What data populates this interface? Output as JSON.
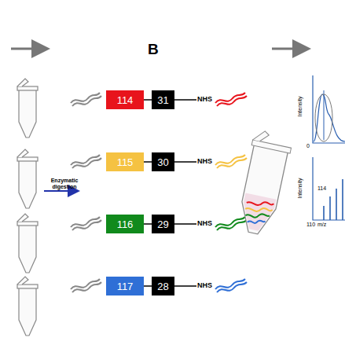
{
  "diagram": {
    "title": "B",
    "nodes": [
      {
        "text": [
          "114"
        ]
      },
      {
        "text": [
          "31"
        ]
      },
      {
        "text": [
          "115"
        ]
      },
      {
        "text": [
          "30"
        ]
      },
      {
        "text": [
          "116"
        ]
      },
      {
        "text": [
          "29"
        ]
      },
      {
        "text": [
          "117"
        ]
      },
      {
        "text": [
          "28"
        ]
      }
    ],
    "edges": [
      {
        "from": 0,
        "to": 1,
        "arrow": "none"
      },
      {
        "from": 2,
        "to": 3,
        "arrow": "none"
      },
      {
        "from": 4,
        "to": 5,
        "arrow": "none"
      },
      {
        "from": 6,
        "to": 7,
        "arrow": "none"
      }
    ],
    "labels": [
      "Enzymatic digestion",
      "NHS",
      "NHS",
      "NHS",
      "NHS",
      "Intensity",
      "0",
      "Intensity",
      "114",
      "110",
      "m/z"
    ]
  }
}
